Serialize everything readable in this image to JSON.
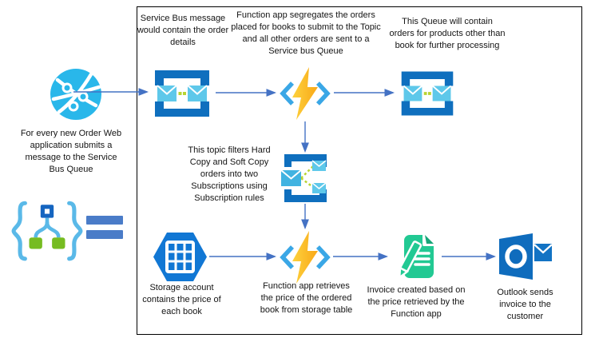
{
  "diagram_type": "azure-service-bus-order-processing-flow",
  "colors": {
    "arrow": "#4472c4",
    "frame_border": "#000000",
    "service_bus_blue": "#0f6fbe",
    "envelope_light_blue": "#5ec8ea",
    "envelope_mid_blue": "#41b3e1",
    "green_dot": "#b8d432",
    "web_globe_cyan": "#29b7ea",
    "function_bracket_blue": "#3aa7e6",
    "function_bolt_yellow": "#fcbf12",
    "storage_blue": "#1177d4",
    "invoice_green": "#22c993",
    "outlook_blue": "#0f6cbd",
    "tree_green": "#76bc21",
    "tree_node_blue": "#1565c0",
    "brace_blue": "#5ab9e8",
    "equals_blue": "#4a7cc8"
  },
  "nodes": {
    "web_app": {
      "icon": "globe-icon",
      "label": "For every new Order Web application submits a message to the Service Bus Queue"
    },
    "inbound_queue": {
      "icon": "service-bus-queue-icon",
      "label": "Service Bus message would contain the order details"
    },
    "segregate_function": {
      "icon": "function-app-icon",
      "label": "Function app segregates the orders placed for books to submit to the Topic and all other orders are sent to a Service bus Queue"
    },
    "other_orders_queue": {
      "icon": "service-bus-queue-icon",
      "label": "This Queue will contain orders for products other than book for further processing"
    },
    "topic": {
      "icon": "service-bus-topic-icon",
      "label": "This topic filters Hard Copy and Soft Copy orders into two Subscriptions using Subscription rules"
    },
    "storage_account": {
      "icon": "storage-account-icon",
      "label": "Storage account contains the price of each book"
    },
    "price_function": {
      "icon": "function-app-icon",
      "label": "Function app retrieves the price of the ordered book from storage table"
    },
    "invoice": {
      "icon": "invoice-icon",
      "label": "Invoice created based on the price retrieved by the Function app"
    },
    "outlook": {
      "icon": "outlook-icon",
      "label": "Outlook sends invoice to the customer"
    },
    "message_schema": {
      "icon": "json-tree-icon",
      "label": ""
    }
  },
  "edges": [
    {
      "from": "web_app",
      "to": "inbound_queue"
    },
    {
      "from": "inbound_queue",
      "to": "segregate_function"
    },
    {
      "from": "segregate_function",
      "to": "other_orders_queue"
    },
    {
      "from": "segregate_function",
      "to": "topic"
    },
    {
      "from": "topic",
      "to": "price_function"
    },
    {
      "from": "storage_account",
      "to": "price_function"
    },
    {
      "from": "price_function",
      "to": "invoice"
    },
    {
      "from": "invoice",
      "to": "outlook"
    }
  ]
}
